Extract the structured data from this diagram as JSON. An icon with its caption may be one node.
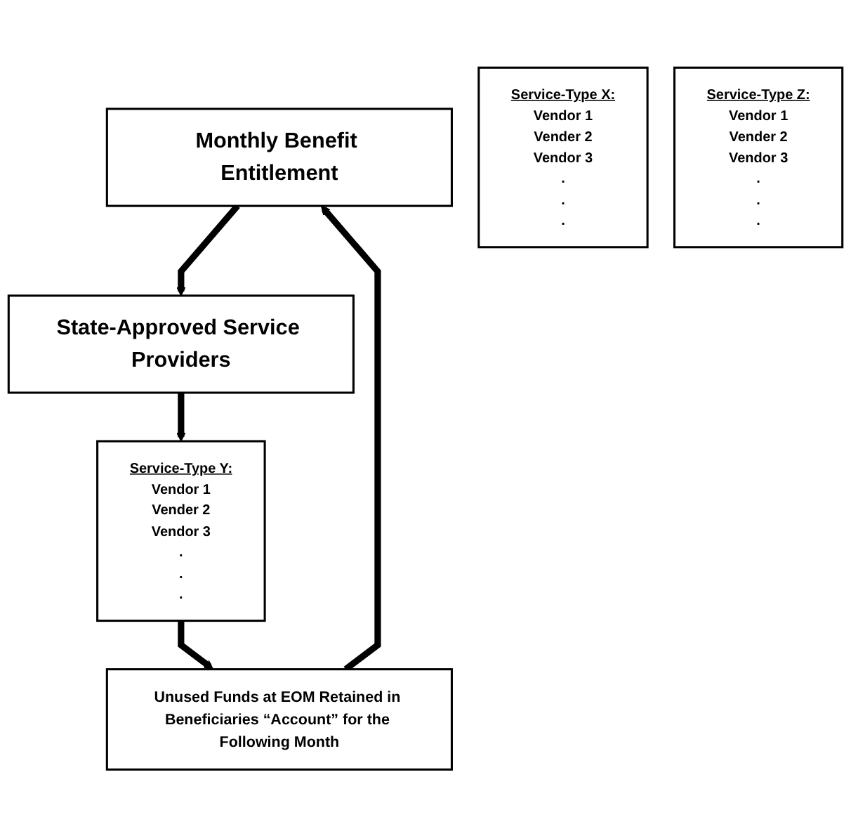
{
  "diagram": {
    "nodes": [
      {
        "text": [
          "Monthly Benefit Entitlement"
        ]
      },
      {
        "text": [
          "State-Approved Service Providers"
        ]
      },
      {
        "text": [
          "Service-Type X:",
          "Vendor 1",
          "Vender 2",
          "Vendor 3",
          ".",
          ".",
          "."
        ]
      },
      {
        "text": [
          "Service-Type Y:",
          "Vendor 1",
          "Vender 2",
          "Vendor 3",
          ".",
          ".",
          "."
        ]
      },
      {
        "text": [
          "Service-Type Z:",
          "Vendor 1",
          "Vender 2",
          "Vendor 3",
          ".",
          ".",
          "."
        ]
      },
      {
        "text": [
          "Unused Funds at EOM Retained in Beneficiaries “Account” for the Following Month"
        ]
      }
    ],
    "edges": [
      {
        "from": 0,
        "to": 1,
        "arrow": "to"
      },
      {
        "from": 1,
        "to": 3,
        "arrow": "to"
      },
      {
        "from": 3,
        "to": 5,
        "arrow": "to"
      },
      {
        "from": 5,
        "to": 0,
        "arrow": "to"
      }
    ]
  }
}
